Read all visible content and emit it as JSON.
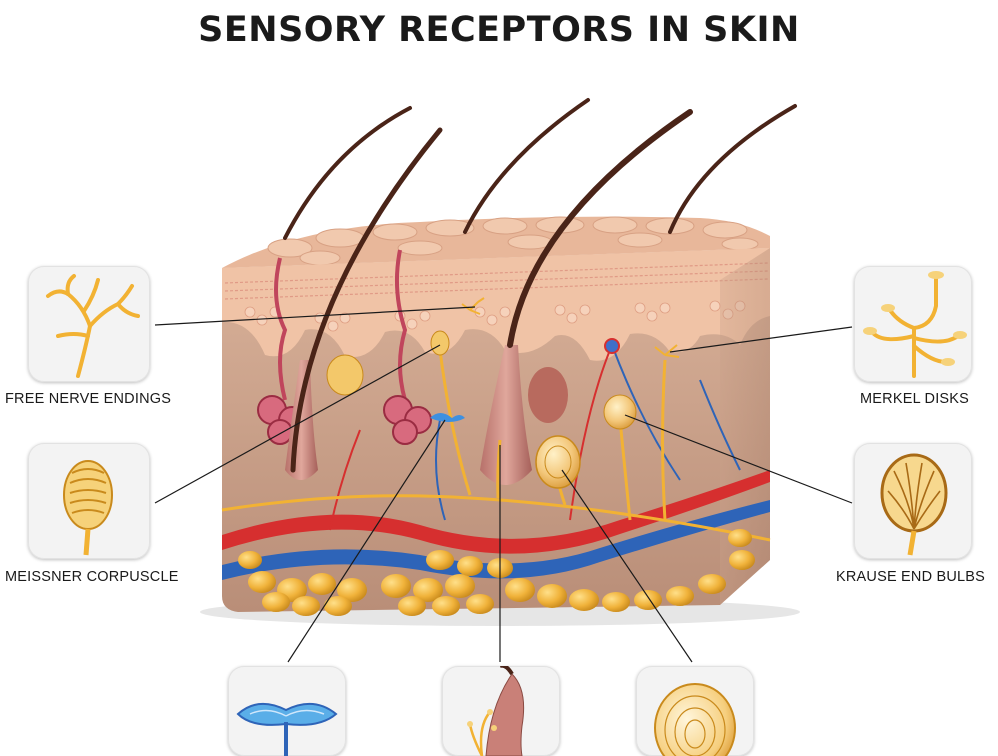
{
  "title": "SENSORY RECEPTORS IN SKIN",
  "labels": {
    "free_nerve_endings": "FREE NERVE ENDINGS",
    "meissner_corpuscle": "MEISSNER CORPUSCLE",
    "merkel_disks": "MERKEL DISKS",
    "krause_end_bulbs": "KRAUSE END BULBS"
  },
  "colors": {
    "skin_surface": "#e8b79a",
    "epidermis": "#f0c3a6",
    "dermis": "#c9a089",
    "nerve": "#f2b233",
    "artery": "#d62f2f",
    "vein": "#2e64b8",
    "fat": "#f0b23a",
    "hair": "#4a2418",
    "tile_bg": "#f3f3f3"
  }
}
